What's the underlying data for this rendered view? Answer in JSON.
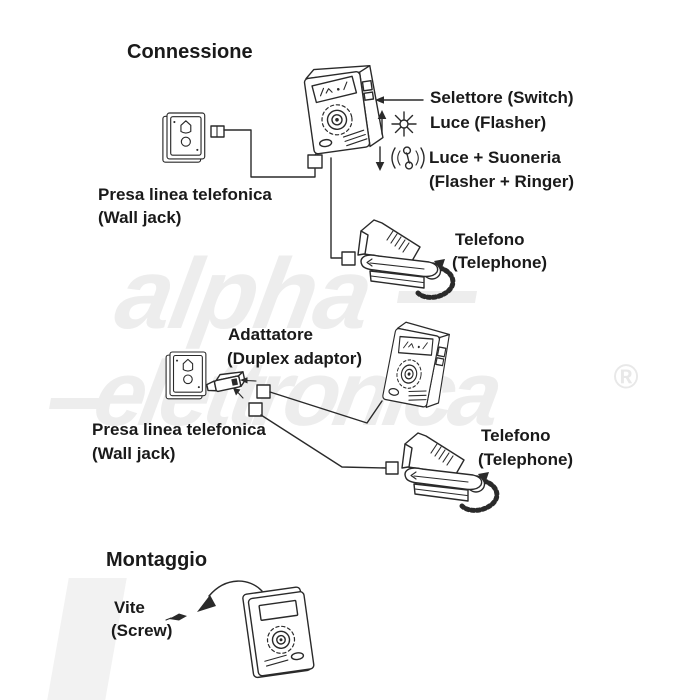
{
  "colors": {
    "ink": "#2a2a2a",
    "text": "#1a1a1a",
    "watermark": "#ededed"
  },
  "watermark": {
    "line1": "alpha",
    "line2": "elettronica",
    "registered": "®"
  },
  "connection_section": {
    "title": "Connessione",
    "wall_jack_label_line1": "Presa linea telefonica",
    "wall_jack_label_line2": "(Wall jack)",
    "selector_label": "Selettore (Switch)",
    "flasher_label": "Luce (Flasher)",
    "flasher_ringer_label_line1": "Luce + Suoneria",
    "flasher_ringer_label_line2": "(Flasher + Ringer)",
    "telephone_label_line1": "Telefono",
    "telephone_label_line2": "(Telephone)"
  },
  "duplex_section": {
    "adaptor_label_line1": "Adattatore",
    "adaptor_label_line2": "(Duplex adaptor)",
    "wall_jack_label_line1": "Presa linea telefonica",
    "wall_jack_label_line2": "(Wall jack)",
    "telephone_label_line1": "Telefono",
    "telephone_label_line2": "(Telephone)"
  },
  "mounting_section": {
    "title": "Montaggio",
    "screw_label_line1": "Vite",
    "screw_label_line2": "(Screw)"
  },
  "icons": {
    "selector_arrow": "left-arrow-icon",
    "flasher_arrow": "up-arrow-icon",
    "flasher_icon": "flash-burst-icon",
    "ringer_arrow": "down-arrow-icon",
    "ringer_icon": "ringing-handset-icon",
    "mount_arrow": "curved-arrow-icon",
    "screw_icon": "screw-icon"
  }
}
